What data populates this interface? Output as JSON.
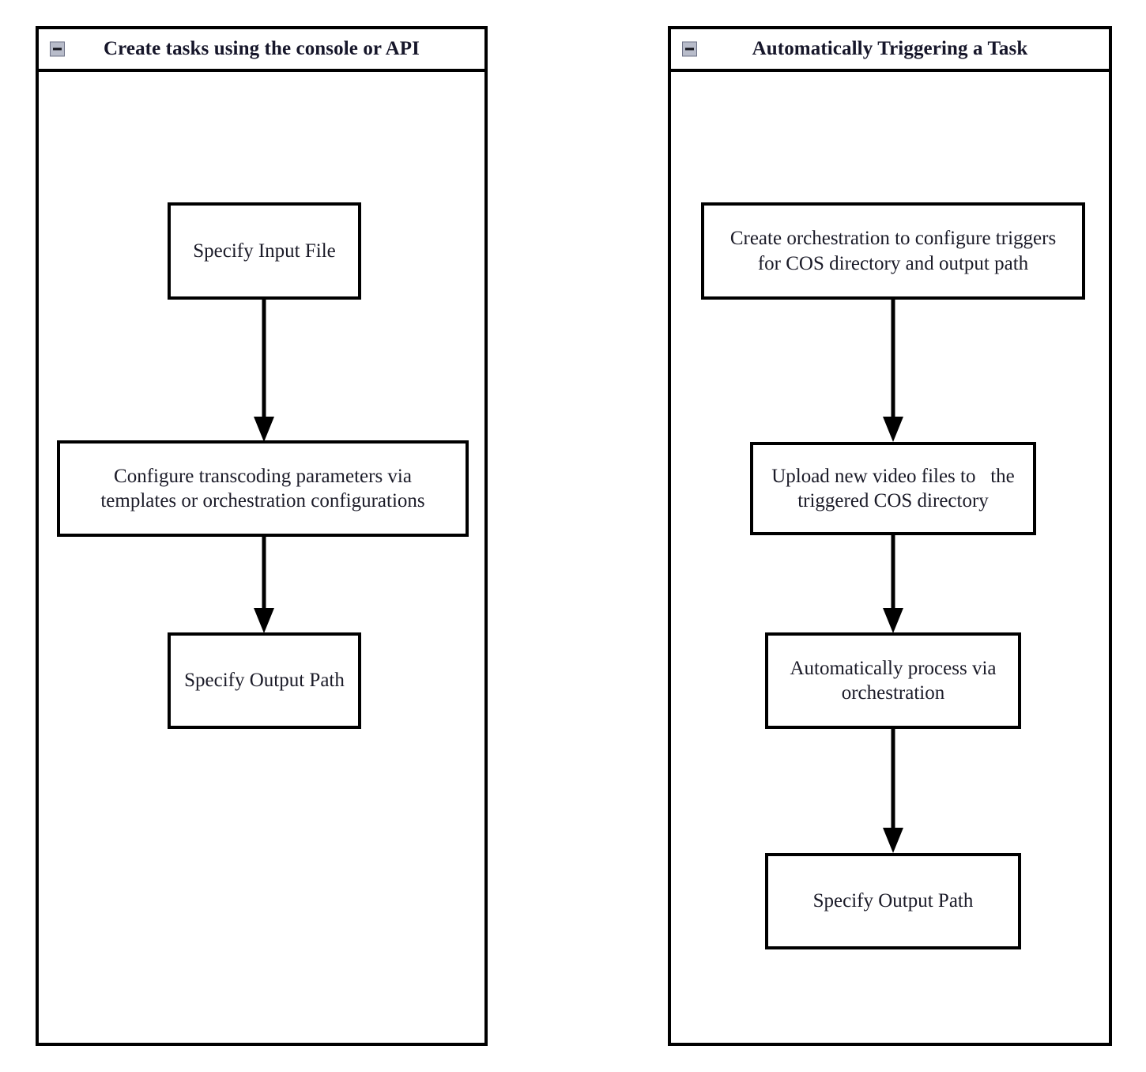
{
  "diagram": {
    "type": "flowchart",
    "orientation": "vertical",
    "lanes": [
      {
        "id": "lane-create-tasks",
        "title": "Create tasks using the console or API",
        "collapse_icon": "minus-box-icon",
        "nodes": [
          {
            "id": "specify-input-file",
            "label": "Specify Input File"
          },
          {
            "id": "configure-transcoding",
            "label": "Configure transcoding parameters via\ntemplates or orchestration configurations"
          },
          {
            "id": "specify-output-path",
            "label": "Specify Output Path"
          }
        ],
        "edges": [
          {
            "from": "specify-input-file",
            "to": "configure-transcoding",
            "arrow": "down-arrow"
          },
          {
            "from": "configure-transcoding",
            "to": "specify-output-path",
            "arrow": "down-arrow"
          }
        ]
      },
      {
        "id": "lane-auto-trigger",
        "title": "Automatically Triggering a Task",
        "collapse_icon": "minus-box-icon",
        "nodes": [
          {
            "id": "create-orchestration",
            "label": "Create orchestration to configure triggers\nfor COS directory and output path"
          },
          {
            "id": "upload-video-files",
            "label": "Upload new video files to   the\ntriggered COS directory"
          },
          {
            "id": "auto-process",
            "label": "Automatically process via\norchestration"
          },
          {
            "id": "specify-output-path-2",
            "label": "Specify Output Path"
          }
        ],
        "edges": [
          {
            "from": "create-orchestration",
            "to": "upload-video-files",
            "arrow": "down-arrow"
          },
          {
            "from": "upload-video-files",
            "to": "auto-process",
            "arrow": "down-arrow"
          },
          {
            "from": "auto-process",
            "to": "specify-output-path-2",
            "arrow": "down-arrow"
          }
        ]
      }
    ],
    "colors": {
      "stroke": "#000000",
      "fill": "#ffffff",
      "text": "#1b1b28",
      "toggle_fill": "#b8bcca",
      "toggle_border": "#6d7287"
    }
  }
}
